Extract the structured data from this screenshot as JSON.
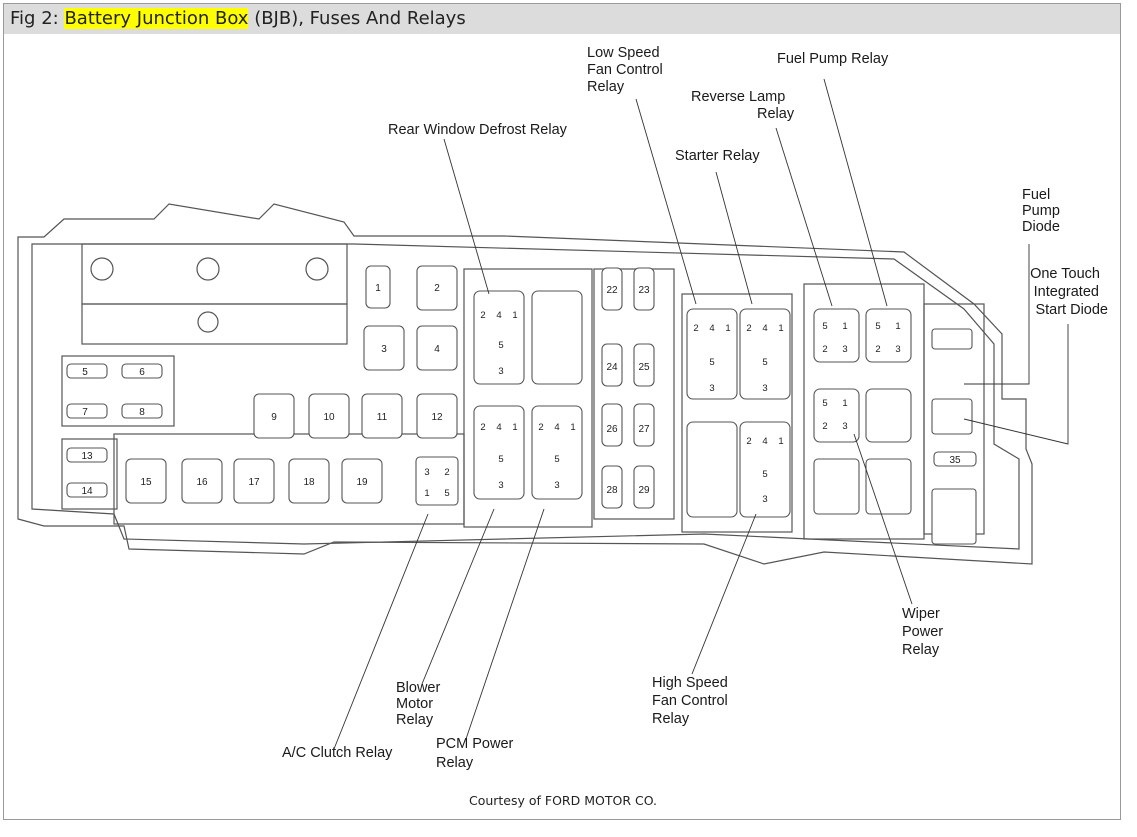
{
  "title": {
    "prefix": "Fig 2: ",
    "highlight": "Battery Junction Box",
    "suffix": " (BJB), Fuses And Relays",
    "highlight_color": "#ffff00"
  },
  "labels": {
    "low_speed_fan": [
      "Low Speed",
      "Fan Control",
      "Relay"
    ],
    "fuel_pump_relay": [
      "Fuel Pump Relay"
    ],
    "reverse_lamp": [
      "Reverse Lamp",
      "Relay"
    ],
    "rear_window_defrost": [
      "Rear Window Defrost Relay"
    ],
    "starter_relay": [
      "Starter Relay"
    ],
    "fuel_pump_diode": [
      "Fuel",
      "Pump",
      "Diode"
    ],
    "one_touch": [
      "One Touch",
      "Integrated",
      "Start Diode"
    ],
    "wiper_power": [
      "Wiper",
      "Power",
      "Relay"
    ],
    "high_speed_fan": [
      "High Speed",
      "Fan Control",
      "Relay"
    ],
    "blower_motor": [
      "Blower",
      "Motor",
      "Relay"
    ],
    "pcm_power": [
      "PCM Power",
      "Relay"
    ],
    "ac_clutch": [
      "A/C Clutch Relay"
    ]
  },
  "fuses": {
    "large": [
      "1",
      "2",
      "3",
      "4",
      "9",
      "10",
      "11",
      "12",
      "15",
      "16",
      "17",
      "18",
      "19"
    ],
    "mini": [
      "5",
      "6",
      "7",
      "8",
      "13",
      "14",
      "22",
      "23",
      "24",
      "25",
      "26",
      "27",
      "28",
      "29",
      "35"
    ]
  },
  "relay_pins": {
    "row_241": [
      "2",
      "4",
      "1"
    ],
    "pin_5": "5",
    "pin_3": "3",
    "quad_51": [
      "5",
      "1"
    ],
    "quad_23": [
      "2",
      "3"
    ],
    "ac_pins": [
      "3",
      "2",
      "1",
      "5"
    ]
  },
  "credit": "Courtesy of FORD MOTOR CO."
}
